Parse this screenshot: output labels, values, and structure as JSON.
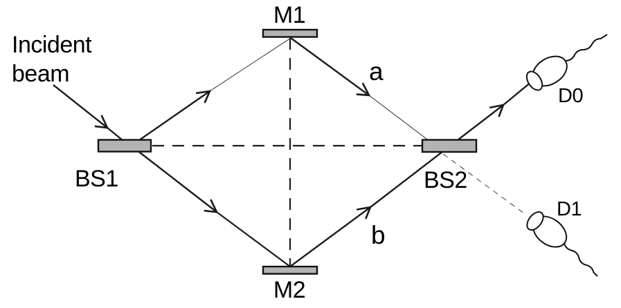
{
  "labels": {
    "incident_line1": "Incident",
    "incident_line2": "beam",
    "beamsplitter1": "BS1",
    "beamsplitter2": "BS2",
    "mirror1": "M1",
    "mirror2": "M2",
    "path_a": "a",
    "path_b": "b",
    "detector0": "D0",
    "detector1": "D1"
  },
  "icons": {
    "detector0": "photodetector-cone-icon",
    "detector1": "photodetector-cone-icon",
    "beam_arrows": "open-arrowhead-icon"
  },
  "colors": {
    "background": "#ffffff",
    "beam_line": "#1a1a1a",
    "optic_fill": "#b3b3b3",
    "optic_border": "#111111",
    "faint_dashed_line": "#3a3a3a",
    "text": "#000000"
  }
}
